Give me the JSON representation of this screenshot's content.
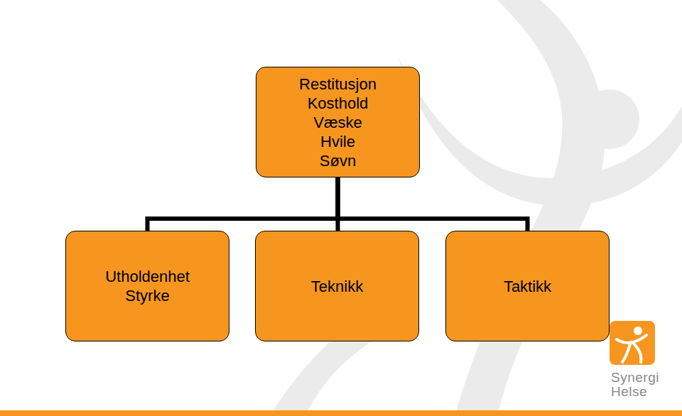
{
  "diagram": {
    "nodes": [
      {
        "text": [
          "Restitusjon",
          "Kosthold",
          "Væske",
          "Hvile",
          "Søvn"
        ]
      },
      {
        "text": [
          "Utholdenhet",
          "Styrke"
        ]
      },
      {
        "text": [
          "Teknikk"
        ]
      },
      {
        "text": [
          "Taktikk"
        ]
      }
    ],
    "edges": [
      {
        "from": 0,
        "to": 1,
        "arrow": "none"
      },
      {
        "from": 0,
        "to": 2,
        "arrow": "none"
      },
      {
        "from": 0,
        "to": 3,
        "arrow": "none"
      }
    ],
    "labels": [
      "Synergi",
      "Helse"
    ]
  }
}
